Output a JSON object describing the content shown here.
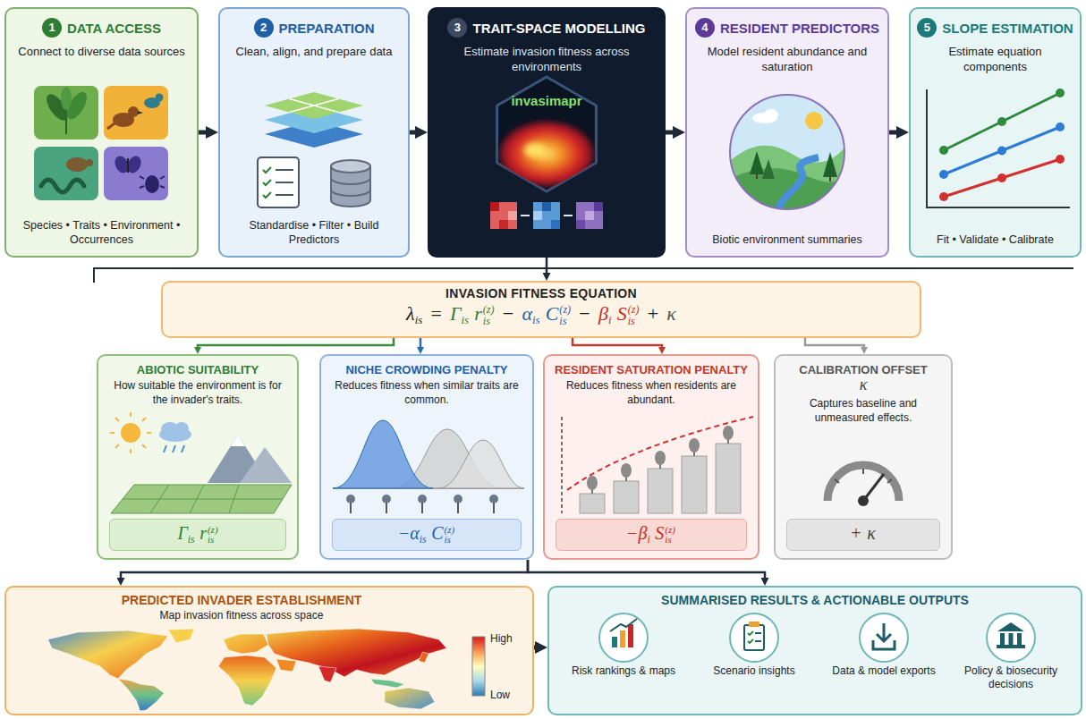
{
  "diagram": {
    "nodes": [
      {
        "text": [
          "1",
          "DATA ACCESS",
          "Connect to diverse data sources",
          "Species • Traits • Environment • Occurrences"
        ]
      },
      {
        "text": [
          "2",
          "PREPARATION",
          "Clean, align, and prepare data",
          "Standardise • Filter • Build Predictors"
        ]
      },
      {
        "text": [
          "3",
          "TRAIT-SPACE MODELLING",
          "Estimate invasion fitness across environments",
          "invasimapr"
        ]
      },
      {
        "text": [
          "4",
          "RESIDENT PREDICTORS",
          "Model resident abundance and saturation",
          "Biotic environment summaries"
        ]
      },
      {
        "text": [
          "5",
          "SLOPE ESTIMATION",
          "Estimate equation components",
          "Fit • Validate • Calibrate"
        ]
      },
      {
        "text": [
          "INVASION FITNESS EQUATION",
          "λ",
          "is",
          "=",
          "Γ",
          "is",
          "r",
          "(z)",
          "is",
          "−",
          "α",
          "is",
          "C",
          "(z)",
          "is",
          "−",
          "β",
          "i",
          "S",
          "(z)",
          "is",
          "+",
          "κ"
        ]
      },
      {
        "text": [
          "ABIOTIC SUITABILITY",
          "How suitable the environment is for the invader's traits."
        ]
      },
      {
        "text": [
          "Γ",
          "is",
          "r",
          "(z)",
          "is"
        ],
        "in": 6
      },
      {
        "text": [
          "NICHE CROWDING PENALTY",
          "Reduces fitness when similar traits are common."
        ]
      },
      {
        "text": [
          "−",
          "α",
          "is",
          "C",
          "(z)",
          "is"
        ],
        "in": 8
      },
      {
        "text": [
          "RESIDENT SATURATION PENALTY",
          "Reduces fitness when residents are abundant."
        ]
      },
      {
        "text": [
          "−",
          "β",
          "i",
          "S",
          "(z)",
          "is"
        ],
        "in": 10
      },
      {
        "text": [
          "CALIBRATION OFFSET",
          "κ",
          "Captures baseline and unmeasured effects."
        ]
      },
      {
        "text": [
          "+",
          "κ"
        ],
        "in": 12
      },
      {
        "text": [
          "PREDICTED INVADER ESTABLISHMENT",
          "Map invasion fitness across space"
        ]
      },
      {
        "text": [
          "SUMMARISED RESULTS & ACTIONABLE OUTPUTS"
        ]
      },
      {
        "text": [
          "Risk rankings & maps"
        ],
        "in": 15
      },
      {
        "text": [
          "Scenario insights"
        ],
        "in": 15
      },
      {
        "text": [
          "Data & model exports"
        ],
        "in": 15
      },
      {
        "text": [
          "Policy & biosecurity decisions"
        ],
        "in": 15
      }
    ],
    "edges": [
      {
        "from": 0,
        "to": 1,
        "arrow": "to"
      },
      {
        "from": 1,
        "to": 2,
        "arrow": "to"
      },
      {
        "from": 2,
        "to": 3,
        "arrow": "to"
      },
      {
        "from": 3,
        "to": 4,
        "arrow": "to"
      },
      {
        "from": 2,
        "to": 5,
        "arrow": "to"
      },
      {
        "from": 5,
        "to": 6,
        "arrow": "to"
      },
      {
        "from": 5,
        "to": 8,
        "arrow": "to"
      },
      {
        "from": 5,
        "to": 10,
        "arrow": "to"
      },
      {
        "from": 5,
        "to": 12,
        "arrow": "to"
      },
      {
        "from": 8,
        "to": 14,
        "arrow": "to"
      },
      {
        "from": 8,
        "to": 15,
        "arrow": "to"
      },
      {
        "from": 14,
        "to": 15,
        "arrow": "to"
      }
    ],
    "labels": [
      "High",
      "Low"
    ]
  }
}
